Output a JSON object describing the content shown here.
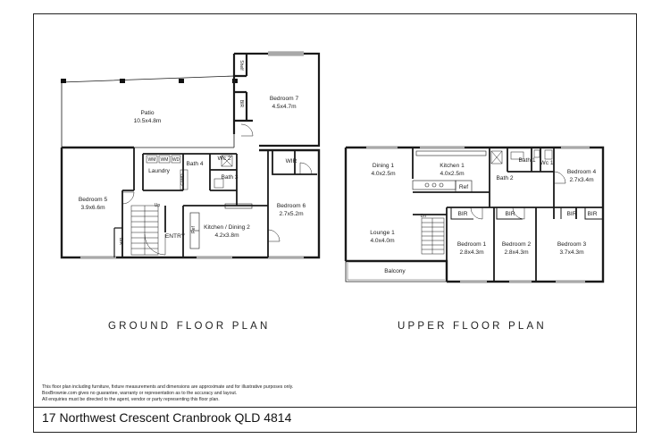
{
  "ground": {
    "caption": "GROUND FLOOR PLAN",
    "rooms": [
      {
        "id": "patio",
        "name": "Patio",
        "dims": "10.5x4.8m"
      },
      {
        "id": "bed7",
        "name": "Bedroom 7",
        "dims": "4.5x4.7m"
      },
      {
        "id": "shelf",
        "name": "Shelf",
        "dims": ""
      },
      {
        "id": "bir7",
        "name": "BIR",
        "dims": ""
      },
      {
        "id": "bed5",
        "name": "Bedroom 5",
        "dims": "3.9x6.6m"
      },
      {
        "id": "bir5",
        "name": "BIR",
        "dims": ""
      },
      {
        "id": "laundry",
        "name": "Laundry",
        "dims": ""
      },
      {
        "id": "bath4",
        "name": "Bath 4",
        "dims": ""
      },
      {
        "id": "wc2",
        "name": "Wc 2",
        "dims": ""
      },
      {
        "id": "bath3",
        "name": "Bath 3",
        "dims": ""
      },
      {
        "id": "wir",
        "name": "WIR",
        "dims": ""
      },
      {
        "id": "bed6",
        "name": "Bedroom 6",
        "dims": "2.7x5.2m"
      },
      {
        "id": "kitchen2",
        "name": "Kitchen / Dining 2",
        "dims": "4.2x3.8m"
      },
      {
        "id": "entry",
        "name": "ENTRY",
        "dims": ""
      },
      {
        "id": "up",
        "name": "Up",
        "dims": ""
      },
      {
        "id": "ref",
        "name": "Ref",
        "dims": ""
      },
      {
        "id": "wm1",
        "name": "WM",
        "dims": ""
      },
      {
        "id": "wm2",
        "name": "WM",
        "dims": ""
      },
      {
        "id": "wd",
        "name": "WD",
        "dims": ""
      },
      {
        "id": "cwd",
        "name": "C/WD",
        "dims": ""
      }
    ]
  },
  "upper": {
    "caption": "UPPER FLOOR PLAN",
    "rooms": [
      {
        "id": "dining1",
        "name": "Dining 1",
        "dims": "4.0x2.5m"
      },
      {
        "id": "kitchen1",
        "name": "Kitchen 1",
        "dims": "4.0x2.5m"
      },
      {
        "id": "ref",
        "name": "Ref",
        "dims": ""
      },
      {
        "id": "bath1",
        "name": "Bath 1",
        "dims": ""
      },
      {
        "id": "wc1",
        "name": "Wc 1",
        "dims": ""
      },
      {
        "id": "bath2",
        "name": "Bath 2",
        "dims": ""
      },
      {
        "id": "bed4",
        "name": "Bedroom 4",
        "dims": "2.7x3.4m"
      },
      {
        "id": "lounge1",
        "name": "Lounge 1",
        "dims": "4.0x4.0m"
      },
      {
        "id": "dn",
        "name": "Dn",
        "dims": ""
      },
      {
        "id": "balcony",
        "name": "Balcony",
        "dims": ""
      },
      {
        "id": "bed1",
        "name": "Bedroom 1",
        "dims": "2.8x4.3m"
      },
      {
        "id": "bir1",
        "name": "BIR",
        "dims": ""
      },
      {
        "id": "bed2",
        "name": "Bedroom 2",
        "dims": "2.8x4.3m"
      },
      {
        "id": "bir2",
        "name": "BIR",
        "dims": ""
      },
      {
        "id": "bed3",
        "name": "Bedroom 3",
        "dims": "3.7x4.3m"
      },
      {
        "id": "bir3a",
        "name": "BIR",
        "dims": ""
      },
      {
        "id": "bir3b",
        "name": "BIR",
        "dims": ""
      }
    ]
  },
  "disclaimer": [
    "This floor plan including furniture, fixture measurements and dimensions are approximate and for illustrative purposes only.",
    "BoxBrownie.com gives no guarantee, warranty or representation as to the accuracy and layout.",
    "All enquiries must be directed to the agent, vendor or party representing this floor plan."
  ],
  "address": "17 Northwest Crescent Cranbrook QLD 4814"
}
